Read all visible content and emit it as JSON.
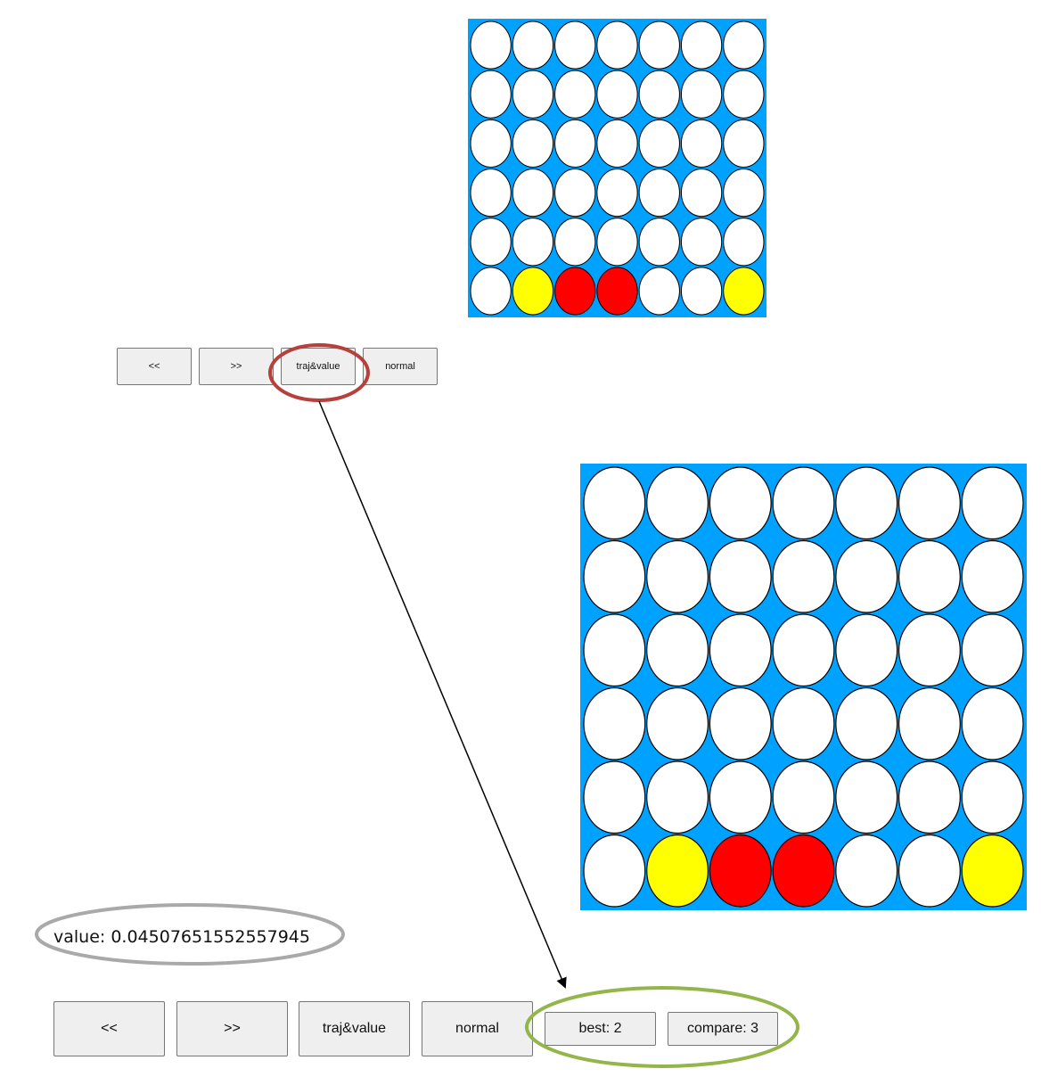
{
  "colors": {
    "board": "#00a2ff",
    "empty": "#ffffff",
    "player_red": "#ff0000",
    "player_yellow": "#ffff00",
    "highlight_traj": "#b5403c",
    "highlight_value": "#a9a9a9",
    "highlight_best": "#93b54a"
  },
  "board_small": {
    "rows": 6,
    "cols": 7,
    "cells": [
      [
        "empty",
        "empty",
        "empty",
        "empty",
        "empty",
        "empty",
        "empty"
      ],
      [
        "empty",
        "empty",
        "empty",
        "empty",
        "empty",
        "empty",
        "empty"
      ],
      [
        "empty",
        "empty",
        "empty",
        "empty",
        "empty",
        "empty",
        "empty"
      ],
      [
        "empty",
        "empty",
        "empty",
        "empty",
        "empty",
        "empty",
        "empty"
      ],
      [
        "empty",
        "empty",
        "empty",
        "empty",
        "empty",
        "empty",
        "empty"
      ],
      [
        "empty",
        "yellow",
        "red",
        "red",
        "empty",
        "empty",
        "yellow"
      ]
    ]
  },
  "board_large": {
    "rows": 6,
    "cols": 7,
    "cells": [
      [
        "empty",
        "empty",
        "empty",
        "empty",
        "empty",
        "empty",
        "empty"
      ],
      [
        "empty",
        "empty",
        "empty",
        "empty",
        "empty",
        "empty",
        "empty"
      ],
      [
        "empty",
        "empty",
        "empty",
        "empty",
        "empty",
        "empty",
        "empty"
      ],
      [
        "empty",
        "empty",
        "empty",
        "empty",
        "empty",
        "empty",
        "empty"
      ],
      [
        "empty",
        "empty",
        "empty",
        "empty",
        "empty",
        "empty",
        "empty"
      ],
      [
        "empty",
        "yellow",
        "red",
        "red",
        "empty",
        "empty",
        "yellow"
      ]
    ]
  },
  "controls_small": {
    "prev_label": "<<",
    "next_label": ">>",
    "traj_label": "traj&value",
    "normal_label": "normal"
  },
  "controls_large": {
    "prev_label": "<<",
    "next_label": ">>",
    "traj_label": "traj&value",
    "normal_label": "normal",
    "best_label": "best: 2",
    "compare_label": "compare: 3"
  },
  "value_text": "value: 0.04507651552557945"
}
